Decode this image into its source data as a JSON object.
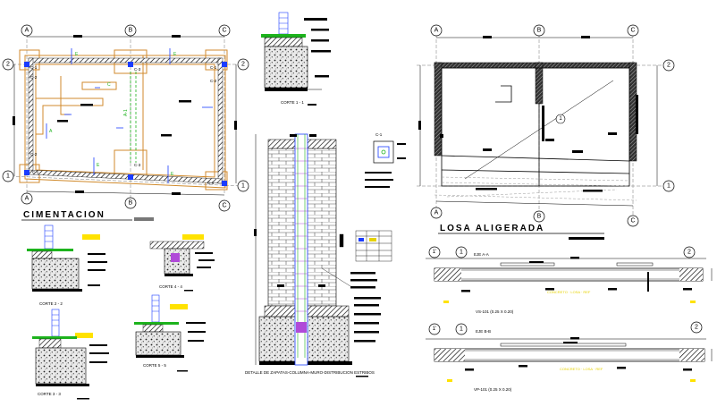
{
  "sheet": {
    "title_cimentacion": "CIMENTACION",
    "title_losa": "LOSA ALIGERADA",
    "axes_letters": [
      "A",
      "B",
      "C"
    ],
    "axes_numbers": [
      "1",
      "2"
    ],
    "axis_1prime": "1'",
    "column_tags": [
      "C-1",
      "C-2",
      "C-3"
    ],
    "column_detail_title": "C-1",
    "callout_number": "1",
    "cuts": {
      "corte_1": "CORTE 1 - 1",
      "corte_2": "CORTE 2 - 2",
      "corte_3": "CORTE 3 - 3",
      "corte_4": "CORTE 4 - 4",
      "corte_5": "CORTE 5 - 5"
    },
    "beam_a": "EJE A-A",
    "beam_b": "EJE B-B",
    "beam_a_spec": "VS-101 (0.25 X 0.20)",
    "beam_b_spec": "VP-101 (0.25 X 0.20)",
    "wall_detail_caption": "DETALLE DE ZAPATAS-COLUMNA-MURO-DISTRIBUCION ESTRIBOS"
  },
  "colors": {
    "footing": "#d08a2c",
    "rebar": "#1a3cff",
    "tag": "#ffe200",
    "green": "#1db31d"
  }
}
